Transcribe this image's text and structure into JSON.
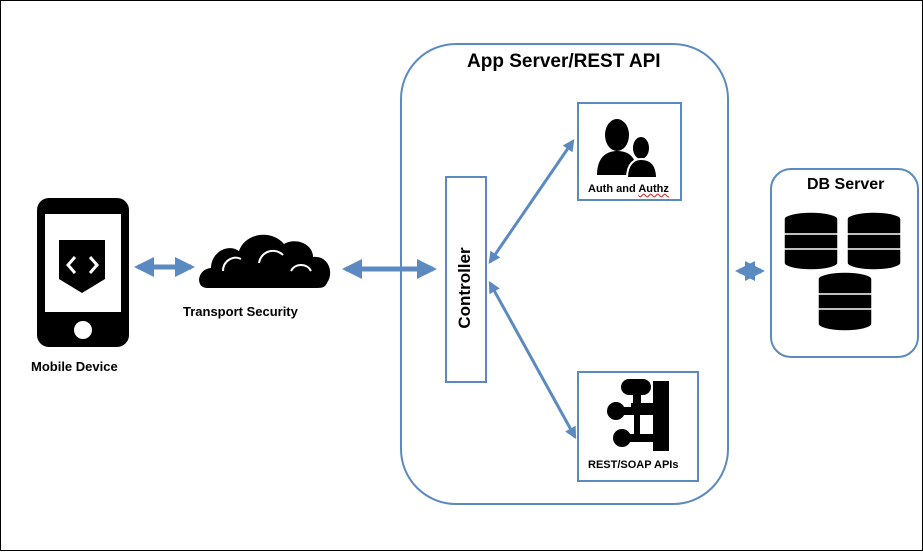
{
  "app_server": {
    "title": "App Server/REST API"
  },
  "db_server": {
    "title": "DB Server"
  },
  "mobile": {
    "label": "Mobile Device",
    "icon": "code-icon"
  },
  "transport": {
    "label": "Transport Security",
    "icon": "cloud-icon"
  },
  "controller": {
    "label": "Controller"
  },
  "auth": {
    "label_prefix": "Auth and ",
    "label_suffix": "Authz",
    "icon": "users-icon"
  },
  "rest": {
    "label": "REST/SOAP  APIs",
    "icon": "api-network-icon"
  },
  "colors": {
    "frame": "#5b8ac0",
    "arrow": "#5b8ac0",
    "icon": "#000000"
  }
}
